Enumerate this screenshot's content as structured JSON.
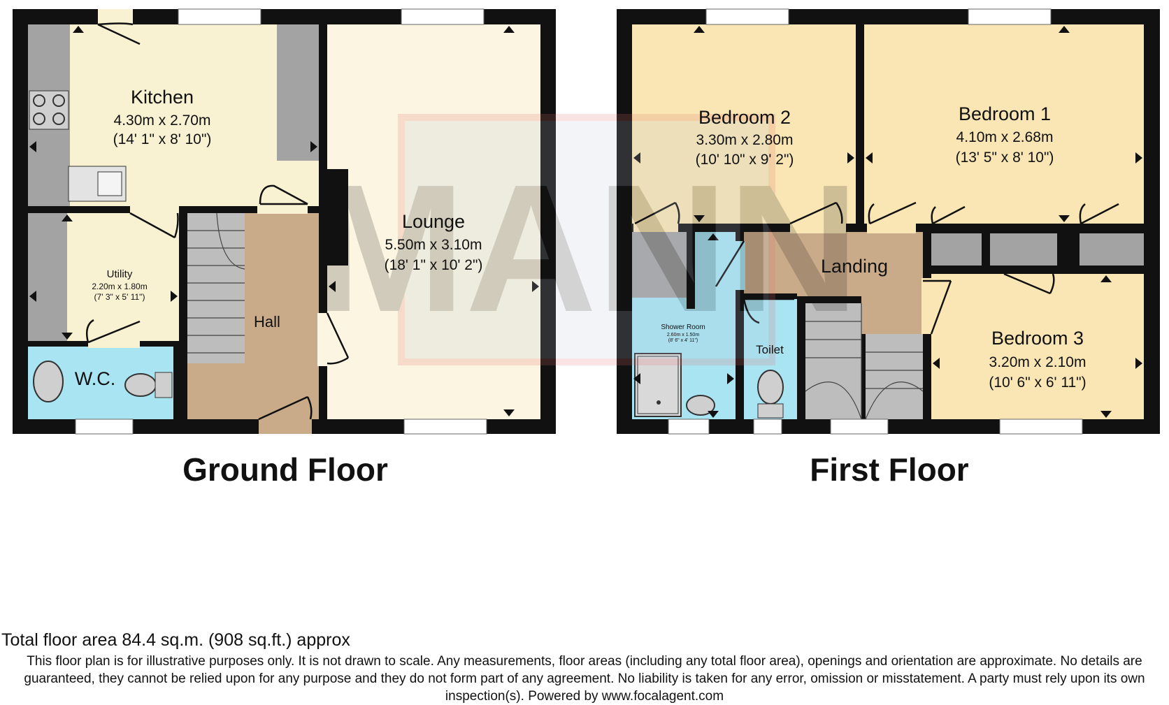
{
  "floors": [
    {
      "title": "Ground Floor"
    },
    {
      "title": "First Floor"
    }
  ],
  "rooms": {
    "kitchen": {
      "name": "Kitchen",
      "metric": "4.30m x 2.70m",
      "imperial": "(14' 1\" x 8' 10\")"
    },
    "lounge": {
      "name": "Lounge",
      "metric": "5.50m x 3.10m",
      "imperial": "(18' 1\" x 10' 2\")"
    },
    "utility": {
      "name": "Utility",
      "metric": "2.20m x 1.80m",
      "imperial": "(7' 3\" x 5' 11\")"
    },
    "wc": {
      "name": "W.C."
    },
    "hall": {
      "name": "Hall"
    },
    "bedroom2": {
      "name": "Bedroom 2",
      "metric": "3.30m x 2.80m",
      "imperial": "(10' 10\" x 9' 2\")"
    },
    "bedroom1": {
      "name": "Bedroom 1",
      "metric": "4.10m x 2.68m",
      "imperial": "(13' 5\" x 8' 10\")"
    },
    "landing": {
      "name": "Landing"
    },
    "shower": {
      "name": "Shower Room",
      "metric": "2.60m x 1.50m",
      "imperial": "(8' 6\" x 4' 11\")"
    },
    "toilet": {
      "name": "Toilet"
    },
    "bedroom3": {
      "name": "Bedroom 3",
      "metric": "3.20m x 2.10m",
      "imperial": "(10' 6\" x 6' 11\")"
    }
  },
  "watermark": "MANN",
  "colors": {
    "wall": "#111111",
    "kitchen": "#f8f1d2",
    "lounge": "#fbf5e1",
    "bedroom": "#f9e6b4",
    "hall": "#c9ab89",
    "wet_room": "#a9e4f2",
    "fixture": "#a3a3a3",
    "stairs": "#bdbdbd"
  },
  "footer": {
    "total_area": "Total floor area 84.4 sq.m. (908 sq.ft.) approx",
    "disclaimer": "This floor plan is for illustrative purposes only. It is not drawn to scale. Any measurements, floor areas (including any total floor area), openings and orientation are approximate. No details are guaranteed, they cannot be relied upon for any purpose and they do not form part of any agreement. No liability is taken for any error, omission or misstatement. A party must rely upon its own inspection(s). Powered by www.focalagent.com"
  }
}
